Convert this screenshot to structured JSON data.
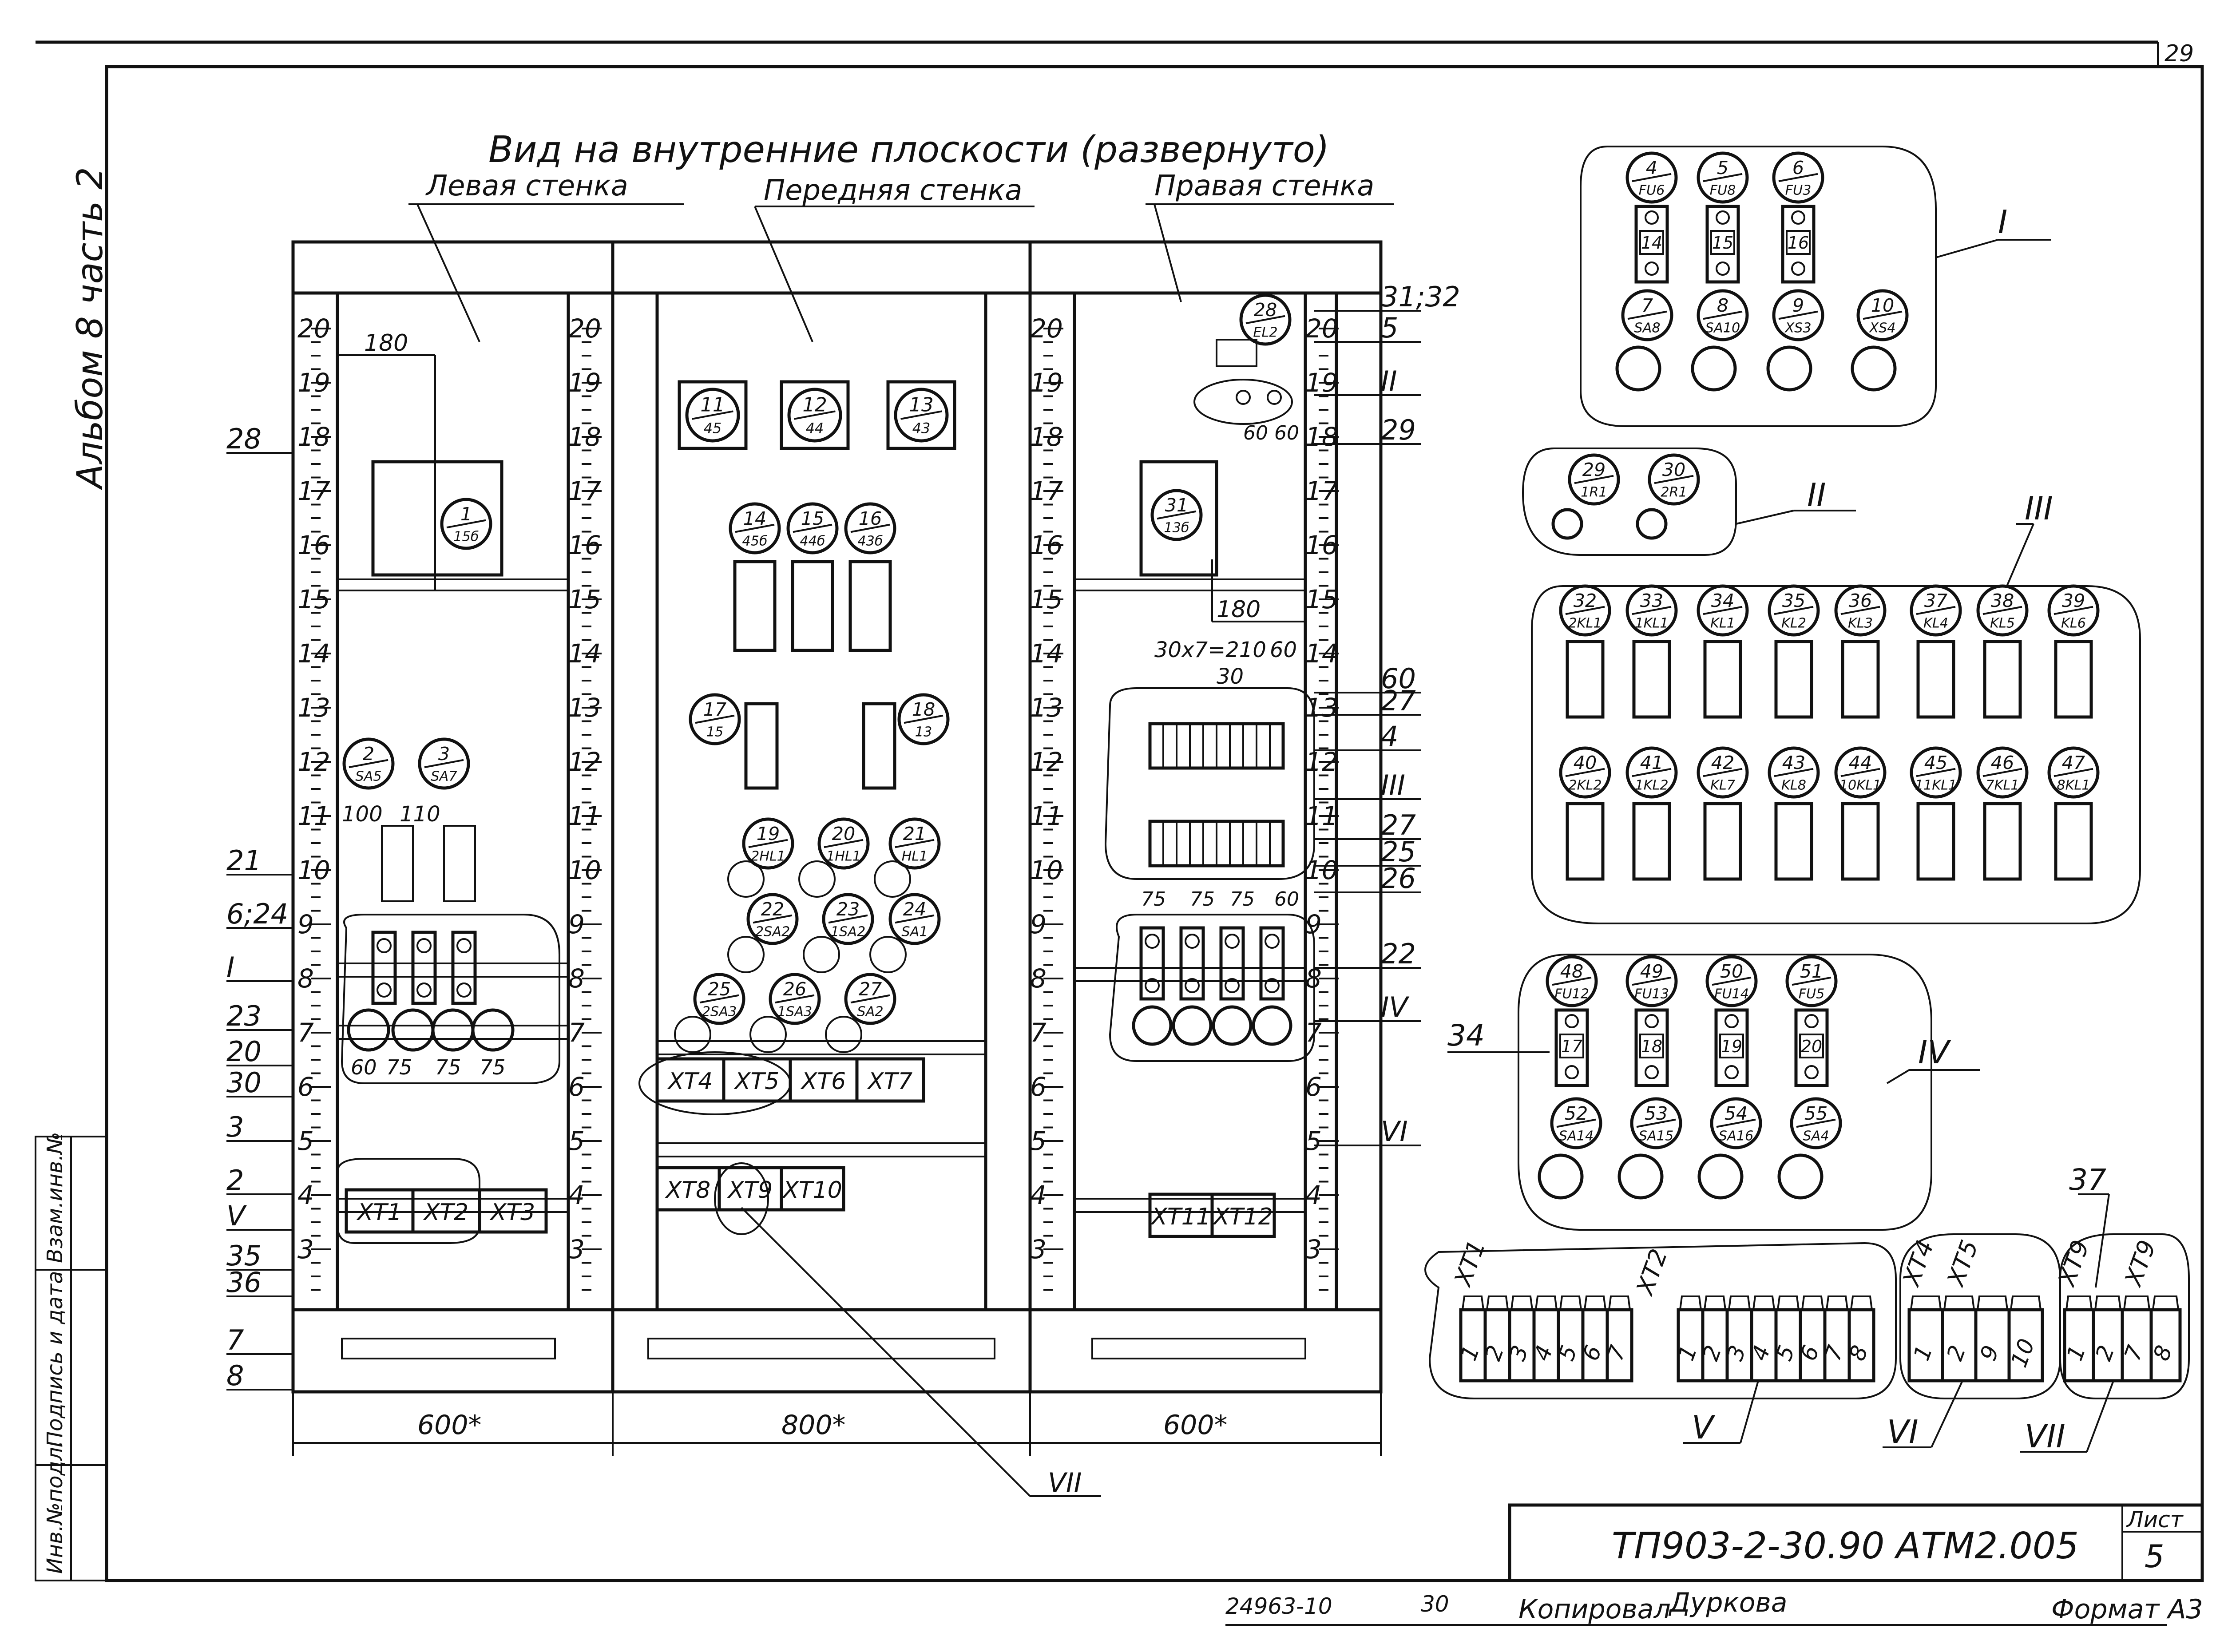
{
  "sheet_corner_number": "29",
  "side_note": "Альбом 8 часть 2",
  "title": "Вид на внутренние плоскости (развернуто)",
  "walls": {
    "left": "Левая стенка",
    "front": "Передняя стенка",
    "right": "Правая стенка"
  },
  "scale_numbers": [
    "20",
    "19",
    "18",
    "17",
    "16",
    "15",
    "14",
    "13",
    "12",
    "11",
    "10",
    "9",
    "8",
    "7",
    "6",
    "5",
    "4",
    "3"
  ],
  "dimensions": {
    "left_width": "600*",
    "front_width": "800*",
    "right_width": "600*",
    "d180_left": "180",
    "d180_right": "180",
    "d100": "100",
    "d110": "110",
    "d30x7": "30x7=210",
    "d60": "60",
    "d30": "30",
    "d75": "75",
    "d60b": "60"
  },
  "left_wall_devices": [
    {
      "top": "1",
      "bottom": "15б"
    },
    {
      "top": "2",
      "bottom": "SA5"
    },
    {
      "top": "3",
      "bottom": "SA7"
    }
  ],
  "front_boxes": [
    {
      "top": "11",
      "bottom": "45"
    },
    {
      "top": "12",
      "bottom": "44"
    },
    {
      "top": "13",
      "bottom": "43"
    }
  ],
  "front_relays": [
    {
      "top": "14",
      "bottom": "45б"
    },
    {
      "top": "15",
      "bottom": "44б"
    },
    {
      "top": "16",
      "bottom": "43б"
    },
    {
      "top": "17",
      "bottom": "15"
    },
    {
      "top": "18",
      "bottom": "13"
    }
  ],
  "front_lamps": [
    {
      "top": "19",
      "bottom": "2HL1"
    },
    {
      "top": "20",
      "bottom": "1HL1"
    },
    {
      "top": "21",
      "bottom": "HL1"
    },
    {
      "top": "22",
      "bottom": "2SA2"
    },
    {
      "top": "23",
      "bottom": "1SA2"
    },
    {
      "top": "24",
      "bottom": "SA1"
    },
    {
      "top": "25",
      "bottom": "2SA3"
    },
    {
      "top": "26",
      "bottom": "1SA3"
    },
    {
      "top": "27",
      "bottom": "SA2"
    }
  ],
  "right_wall_devices": [
    {
      "top": "28",
      "bottom": "EL2"
    },
    {
      "top": "31",
      "bottom": "13б"
    }
  ],
  "terminal_blocks": {
    "left": [
      "XT1",
      "XT2",
      "XT3"
    ],
    "front_top": [
      "XT4",
      "XT5",
      "XT6",
      "XT7"
    ],
    "front_bottom": [
      "XT8",
      "XT9",
      "XT10"
    ],
    "right": [
      "XT11",
      "XT12"
    ]
  },
  "callouts": {
    "left": [
      "28",
      "21",
      "6;24",
      "I",
      "23",
      "20",
      "30",
      "3",
      "2",
      "V",
      "35",
      "36",
      "7",
      "8"
    ],
    "right": [
      "31;32",
      "5",
      "II",
      "29",
      "27",
      "4",
      "III",
      "27",
      "25",
      "26",
      "22",
      "IV",
      "VI",
      "60"
    ]
  },
  "detail_I": {
    "label": "I",
    "fuses": [
      {
        "top": "4",
        "bottom": "FU6",
        "code": "14"
      },
      {
        "top": "5",
        "bottom": "FU8",
        "code": "15"
      },
      {
        "top": "6",
        "bottom": "FU3",
        "code": "16"
      }
    ],
    "switches": [
      {
        "top": "7",
        "bottom": "SA8"
      },
      {
        "top": "8",
        "bottom": "SA10"
      },
      {
        "top": "9",
        "bottom": "XS3"
      },
      {
        "top": "10",
        "bottom": "XS4"
      }
    ]
  },
  "detail_II": {
    "label": "II",
    "items": [
      {
        "top": "29",
        "bottom": "1R1"
      },
      {
        "top": "30",
        "bottom": "2R1"
      }
    ]
  },
  "detail_III": {
    "label": "III",
    "row1": [
      {
        "top": "32",
        "bottom": "2KL1"
      },
      {
        "top": "33",
        "bottom": "1KL1"
      },
      {
        "top": "34",
        "bottom": "KL1"
      },
      {
        "top": "35",
        "bottom": "KL2"
      },
      {
        "top": "36",
        "bottom": "KL3"
      },
      {
        "top": "37",
        "bottom": "KL4"
      },
      {
        "top": "38",
        "bottom": "KL5"
      },
      {
        "top": "39",
        "bottom": "KL6"
      }
    ],
    "row2": [
      {
        "top": "40",
        "bottom": "2KL2"
      },
      {
        "top": "41",
        "bottom": "1KL2"
      },
      {
        "top": "42",
        "bottom": "KL7"
      },
      {
        "top": "43",
        "bottom": "KL8"
      },
      {
        "top": "44",
        "bottom": "10KL1"
      },
      {
        "top": "45",
        "bottom": "11KL1"
      },
      {
        "top": "46",
        "bottom": "7KL1"
      },
      {
        "top": "47",
        "bottom": "8KL1"
      }
    ]
  },
  "detail_IV": {
    "label": "IV",
    "callout": "34",
    "fuses": [
      {
        "top": "48",
        "bottom": "FU12",
        "code": "17"
      },
      {
        "top": "49",
        "bottom": "FU13",
        "code": "18"
      },
      {
        "top": "50",
        "bottom": "FU14",
        "code": "19"
      },
      {
        "top": "51",
        "bottom": "FU5",
        "code": "20"
      }
    ],
    "switches": [
      {
        "top": "52",
        "bottom": "SA14"
      },
      {
        "top": "53",
        "bottom": "SA15"
      },
      {
        "top": "54",
        "bottom": "SA16"
      },
      {
        "top": "55",
        "bottom": "SA4"
      }
    ]
  },
  "detail_V": {
    "label": "V",
    "block_a": "XT1",
    "block_b": "XT2",
    "terminals_a": [
      "1",
      "2",
      "3",
      "4",
      "5",
      "6",
      "7"
    ],
    "terminals_b": [
      "1",
      "2",
      "3",
      "4",
      "5",
      "6",
      "7",
      "8"
    ]
  },
  "detail_VI": {
    "label": "VI",
    "block_a": "XT4",
    "block_b": "XT5",
    "terminals": [
      "1",
      "2",
      "9",
      "10"
    ]
  },
  "detail_VII": {
    "label": "VII",
    "callout": "37",
    "block_a": "XT9",
    "block_b": "XT9",
    "terminals": [
      "1",
      "2",
      "7",
      "8"
    ]
  },
  "bottom_label_VII": "VII",
  "title_block": {
    "designation": "ТП903-2-30.90   АТМ2.005",
    "sheet_label": "Лист",
    "sheet_number": "5"
  },
  "stamp_columns": [
    "Инв.№подл.",
    "Подпись и дата",
    "Взам.инв.№"
  ],
  "footer": {
    "doc_code": "24963-10",
    "page": "30",
    "copied_by": "Копировал",
    "signature": "Дуркова",
    "format": "Формат А3"
  }
}
